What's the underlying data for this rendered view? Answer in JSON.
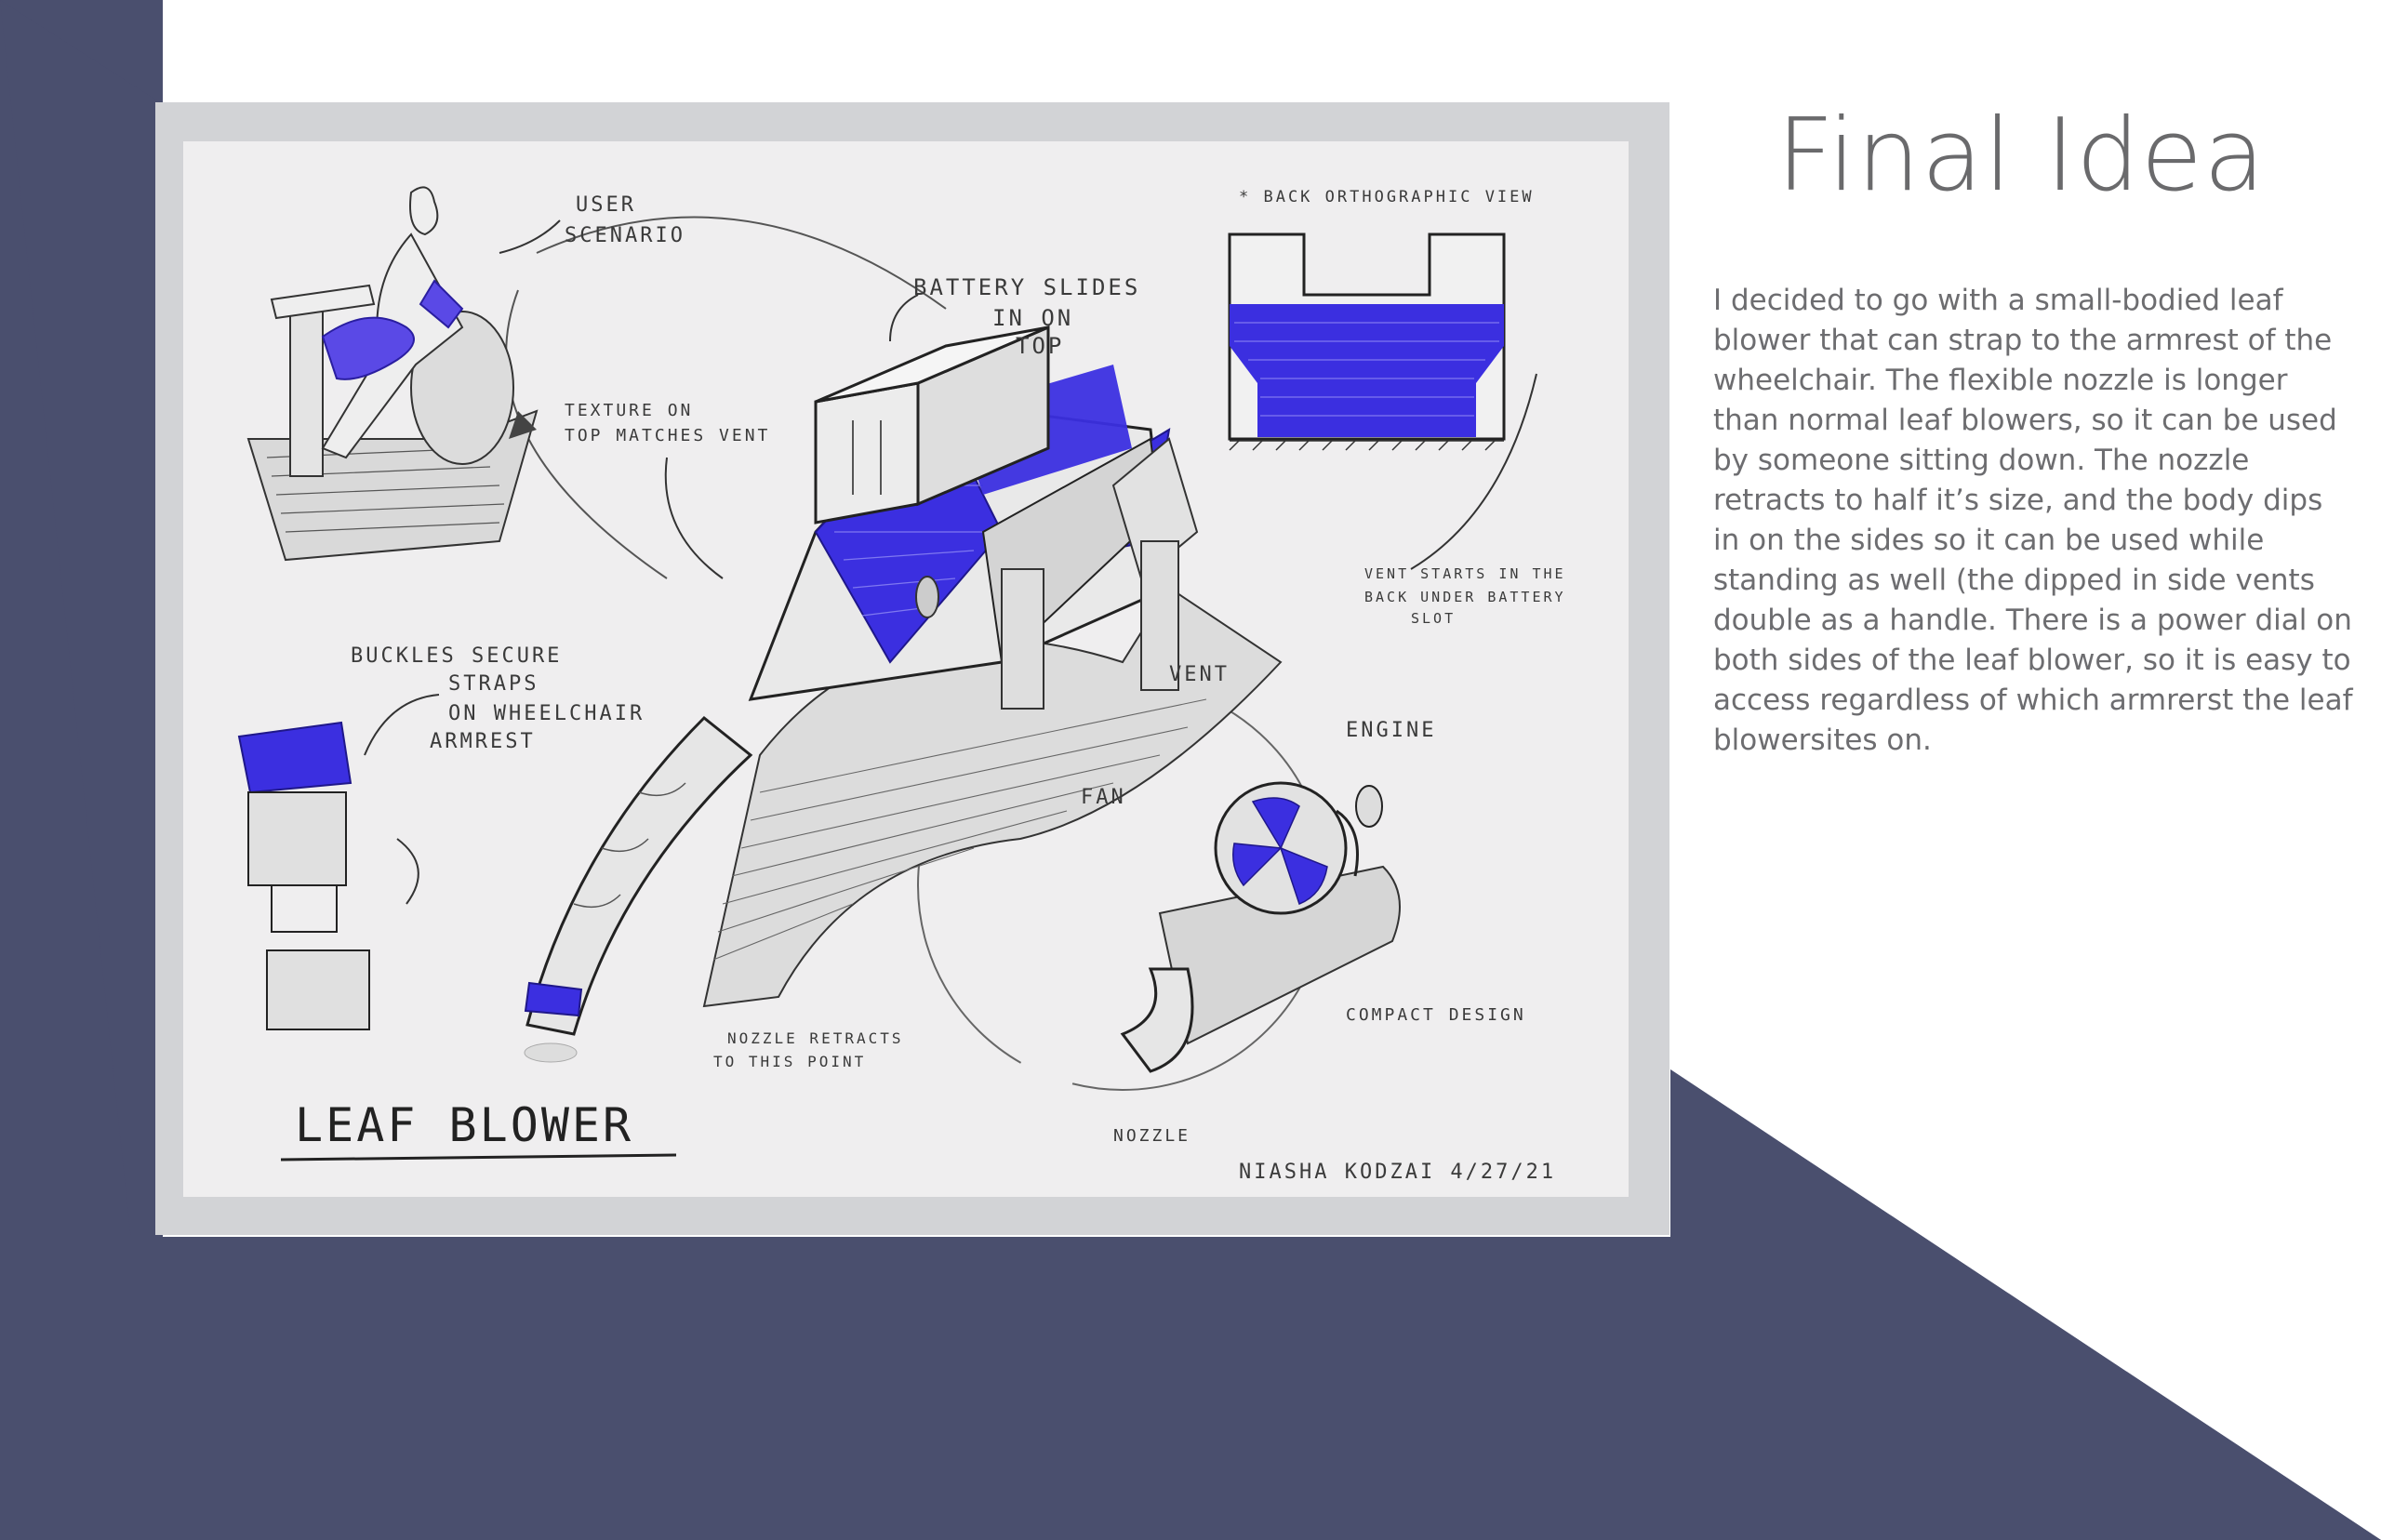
{
  "page": {
    "title": "Final Idea",
    "description": "I decided to go with a small-bodied leaf blower that can strap to the armrest of the wheelchair. The flexible nozzle is longer than normal leaf blowers, so it can be used by someone sitting down. The nozzle retracts to half it’s size, and the body dips in on the sides so it can be used while standing as well (the dipped in side vents double as a handle. There is a power dial on both sides of the leaf blower, so it is easy to access regardless of which armrerst the leaf blowersites on."
  },
  "sketch": {
    "heading": "LEAF BLOWER",
    "signature": "NIASHA KODZAI 4/27/21",
    "labels": {
      "user_scenario_1": "USER",
      "user_scenario_2": "SCENARIO",
      "battery_1": "BATTERY SLIDES",
      "battery_2": "IN ON",
      "battery_3": "TOP",
      "texture_1": "TEXTURE ON",
      "texture_2": "TOP MATCHES VENT",
      "back_view": "* BACK ORTHOGRAPHIC VIEW",
      "vent_starts_1": "VENT STARTS IN THE",
      "vent_starts_2": "BACK UNDER BATTERY",
      "vent_starts_3": "SLOT",
      "buckles_1": "BUCKLES SECURE",
      "buckles_2": "STRAPS",
      "buckles_3": "ON WHEELCHAIR",
      "buckles_4": "ARMREST",
      "vent": "VENT",
      "engine": "ENGINE",
      "fan": "FAN",
      "compact": "COMPACT DESIGN",
      "nozzle": "NOZZLE",
      "nozzle_retracts_1": "NOZZLE RETRACTS",
      "nozzle_retracts_2": "TO THIS POINT"
    }
  },
  "colors": {
    "navy": "#4a4f6e",
    "accent_blue": "#3b2fe0",
    "frame_gray": "#d2d3d6",
    "paper": "#efeeef",
    "text_gray": "#6d6d70"
  }
}
